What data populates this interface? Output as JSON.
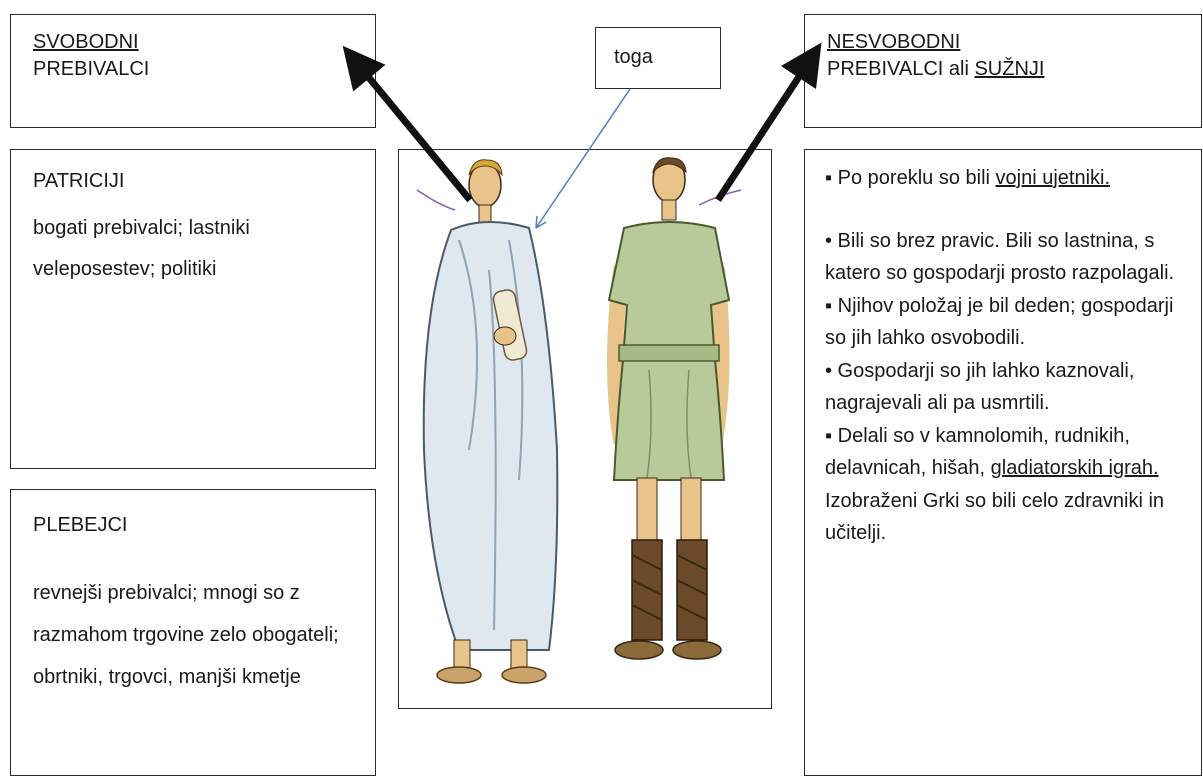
{
  "free_box": {
    "line1": "SVOBODNI",
    "line2": "PREBIVALCI"
  },
  "toga_label": "toga",
  "unfree_box": {
    "line1": "NESVOBODNI",
    "line2_prefix": "PREBIVALCI ali ",
    "line2_underlined": "SUŽNJI"
  },
  "patricians": {
    "title": "PATRICIJI",
    "body": "bogati prebivalci; lastniki veleposestev; politiki"
  },
  "plebeians": {
    "title": "PLEBEJCI",
    "body": "revnejši prebivalci; mnogi so z razmahom trgovine zelo obogateli; obrtniki, trgovci, manjši kmetje"
  },
  "slaves": {
    "item1_prefix": "▪ Po poreklu so bili ",
    "item1_underlined": "vojni ujetniki.",
    "item2": "• Bili so brez pravic. Bili so lastnina, s katero so gospodarji prosto razpolagali.",
    "item3": "▪ Njihov položaj je bil deden; gospodarji so jih lahko osvobodili.",
    "item4": "• Gospodarji so jih lahko kaznovali, nagrajevali ali pa usmrtili.",
    "item5_prefix": "▪ Delali so v kamnolomih, rudnikih, delavnicah, hišah, ",
    "item5_underlined": "gladiatorskih igrah.",
    "item6": "Izobraženi Grki so bili celo zdravniki in učitelji."
  },
  "colors": {
    "toga": "#dfe8ee",
    "tunic": "#b8c99a",
    "skin": "#e8c48a",
    "arrow": "#111111",
    "pointer": "#4a7fc4"
  }
}
